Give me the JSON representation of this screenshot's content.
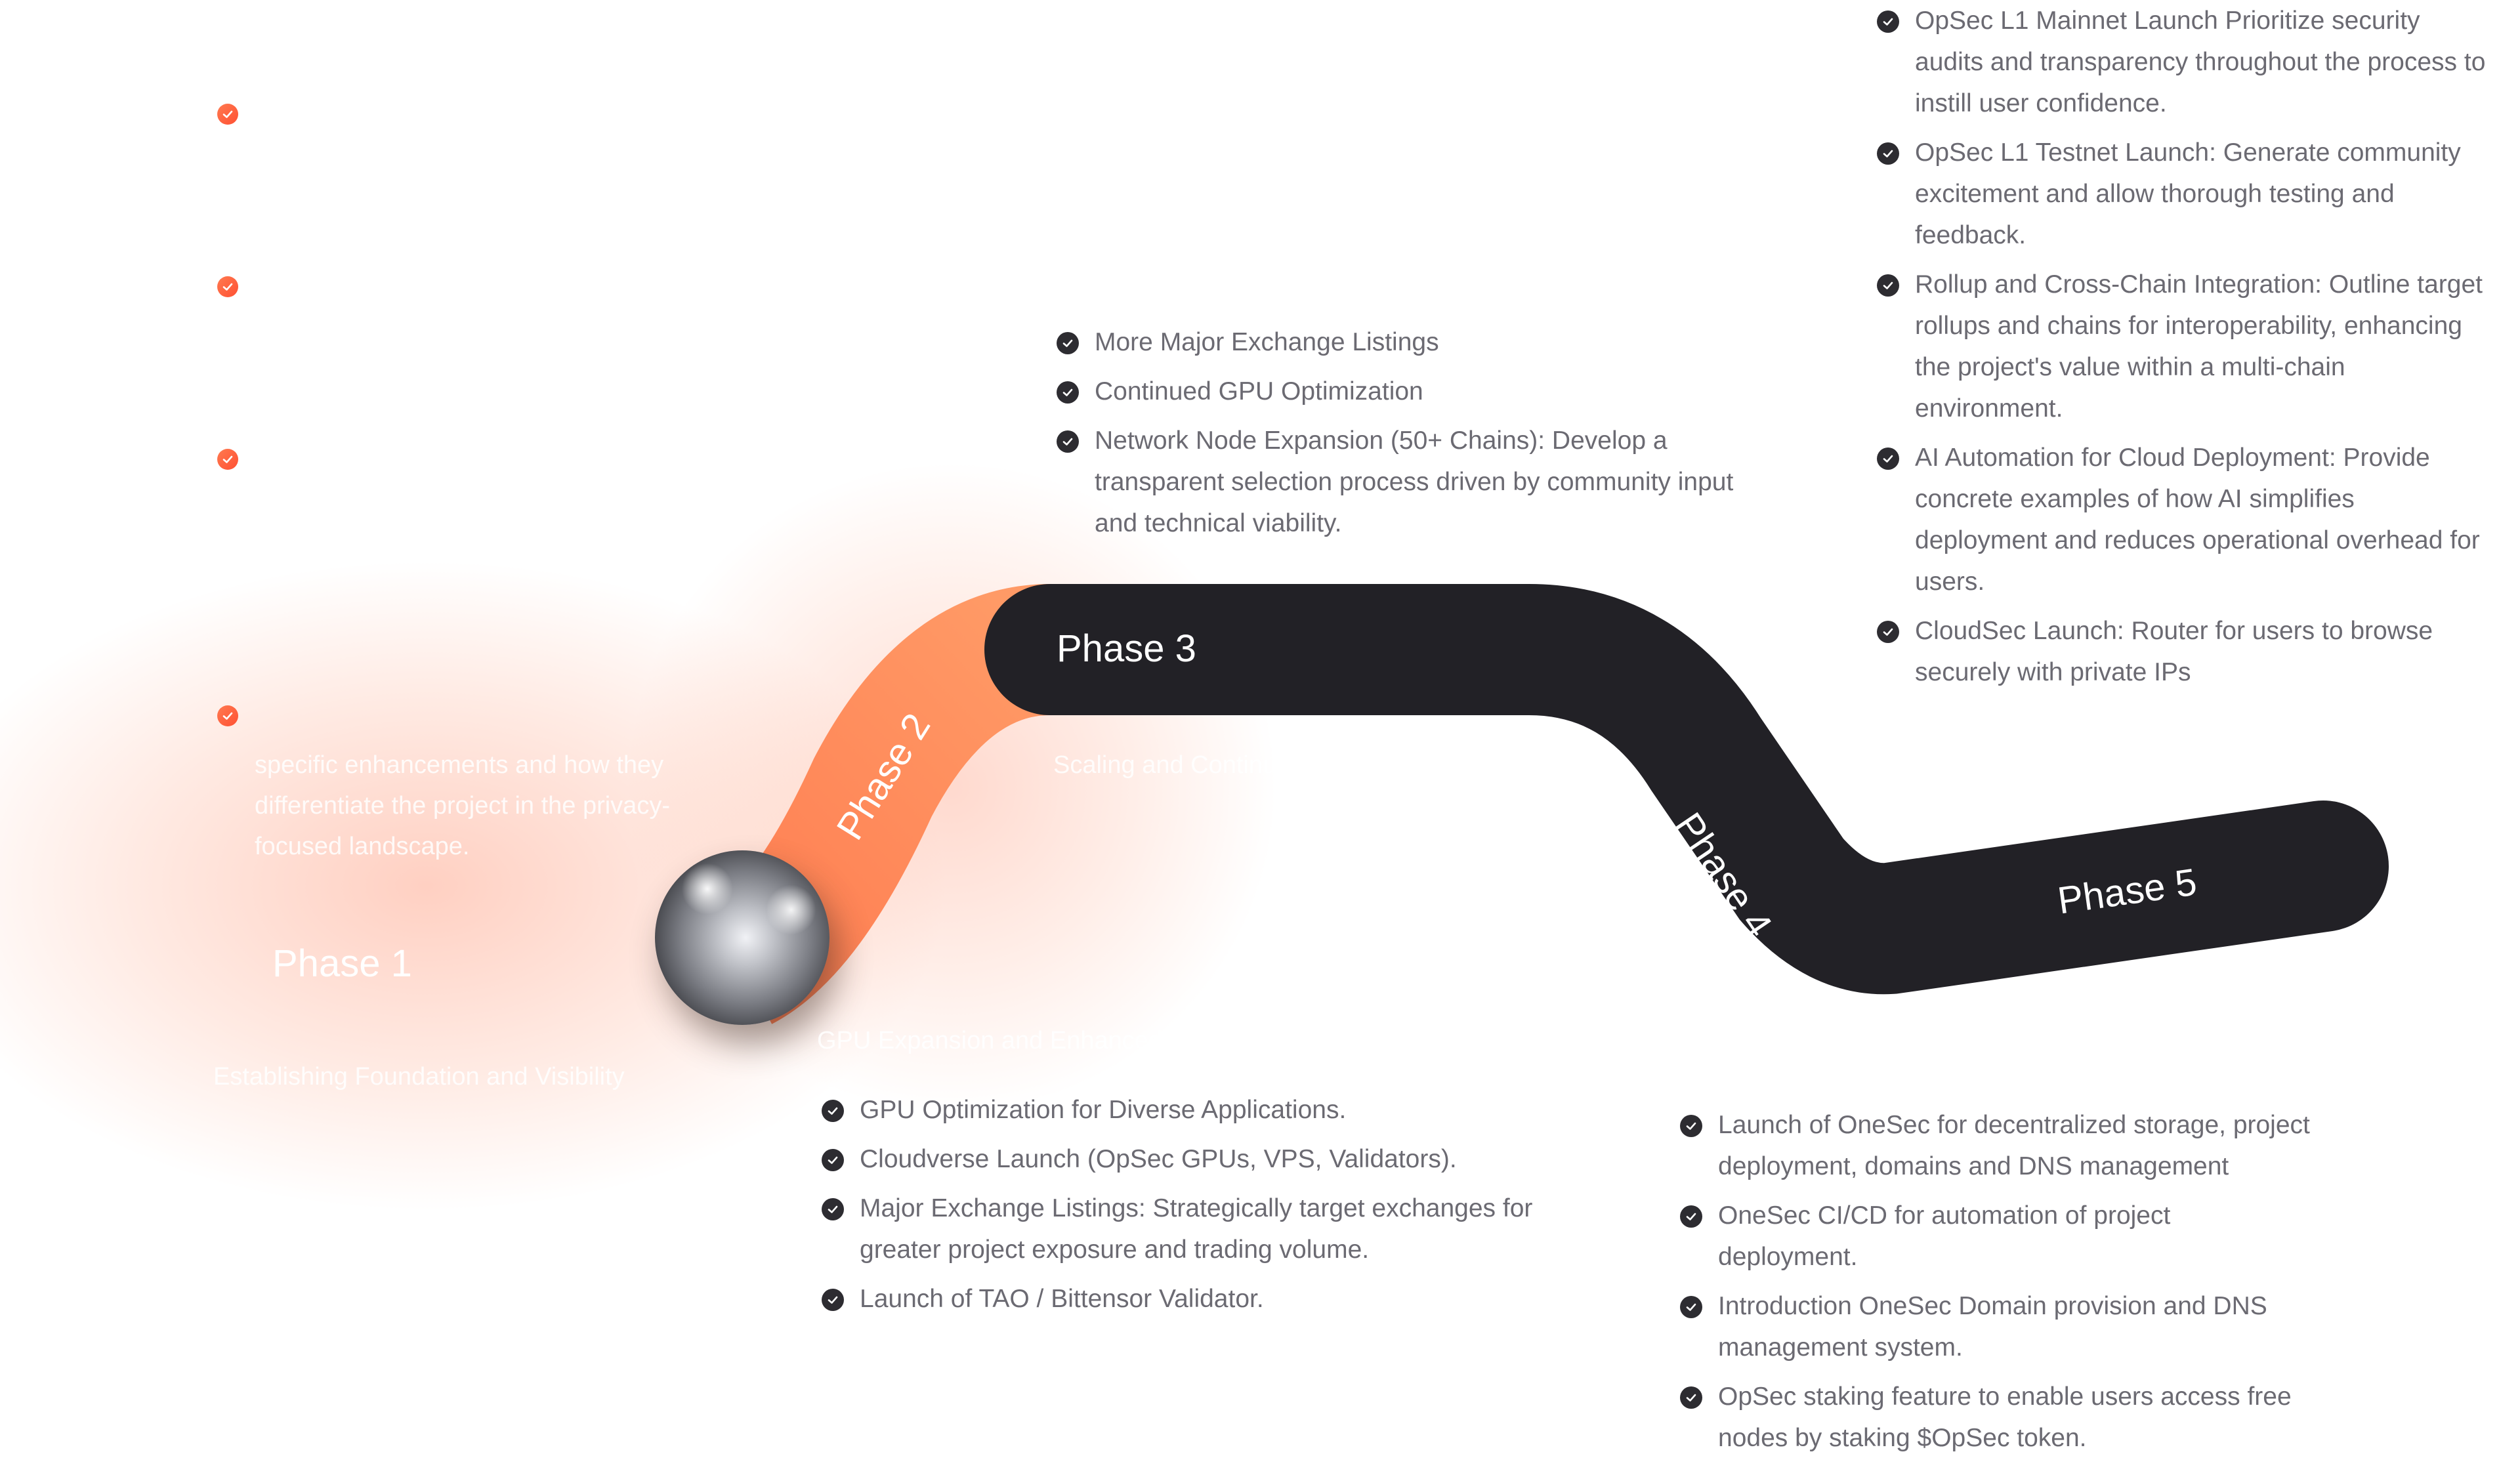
{
  "colors": {
    "phase1_start": "#ff3e2c",
    "phase1_end": "#ff7a4e",
    "phase2": "#ff8f5c",
    "dark_road": "#222126",
    "list_text": "#6b6a72",
    "check_dark": "#2d2c31",
    "check_orange": "#ff6440"
  },
  "phases": [
    {
      "label": "Phase 1",
      "subtitle": "Establishing Foundation and Visibility",
      "faded_text": [
        "specific enhancements and how they",
        "differentiate the project in the privacy-",
        "focused landscape."
      ]
    },
    {
      "label": "Phase 2",
      "subtitle": "GPU Expansion and Enhanced Exchange Listings",
      "items": [
        "GPU Optimization for Diverse Applications.",
        "Cloudverse Launch (OpSec GPUs, VPS, Validators).",
        "Major Exchange Listings: Strategically target exchanges for greater project exposure and trading volume.",
        "Launch of TAO / Bittensor Validator."
      ]
    },
    {
      "label": "Phase 3",
      "subtitle": "Scaling and Continued Growth",
      "items": [
        "More Major Exchange Listings",
        "Continued GPU Optimization",
        "Network Node Expansion (50+ Chains): Develop a transparent selection process driven by community input and technical viability."
      ]
    },
    {
      "label": "Phase 4",
      "items": [
        "Launch of OneSec for decentralized storage, project deployment, domains and DNS management",
        "OneSec CI/CD for automation of project deployment.",
        "Introduction OneSec Domain provision and DNS management system.",
        "OpSec staking feature to enable users access free nodes by staking $OpSec token."
      ]
    },
    {
      "label": "Phase 5",
      "items": [
        "OpSec L1 Mainnet Launch Prioritize security audits and transparency throughout the process to instill user confidence.",
        "OpSec L1 Testnet Launch: Generate community excitement and allow thorough testing and feedback.",
        "Rollup and Cross-Chain Integration: Outline target rollups and chains for interoperability, enhancing the project's value within a multi-chain environment.",
        "AI Automation for Cloud Deployment: Provide concrete examples of how AI simplifies deployment and reduces operational overhead for users.",
        "CloudSec Launch: Router for users to browse securely with private IPs"
      ]
    }
  ],
  "phase1_checks": [
    "check-icon",
    "check-icon",
    "check-icon",
    "check-icon"
  ]
}
